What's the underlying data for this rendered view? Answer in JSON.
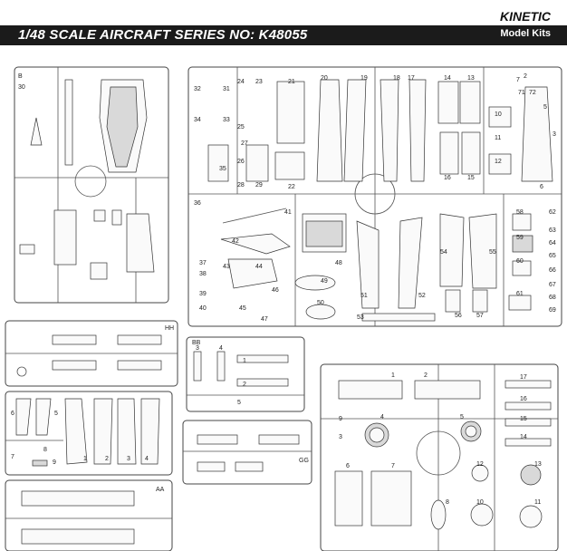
{
  "header": {
    "title": "1/48 SCALE AIRCRAFT SERIES NO: K48055",
    "brand": "KINETIC",
    "brand_sub": "Model Kits"
  },
  "sprues": {
    "B": {
      "letter": "B",
      "numbers": [
        "30"
      ]
    },
    "A": {
      "numbers": [
        "32",
        "31",
        "34",
        "33",
        "24",
        "23",
        "25",
        "27",
        "26",
        "28",
        "29",
        "35",
        "36",
        "21",
        "22",
        "20",
        "19",
        "18",
        "17",
        "14",
        "13",
        "16",
        "15",
        "10",
        "11",
        "12",
        "7",
        "71",
        "72",
        "2",
        "3",
        "5",
        "6",
        "41",
        "42",
        "43",
        "44",
        "38",
        "37",
        "40",
        "39",
        "45",
        "46",
        "47",
        "48",
        "49",
        "50",
        "51",
        "52",
        "53",
        "54",
        "55",
        "56",
        "57",
        "58",
        "59",
        "60",
        "61",
        "62",
        "63",
        "64",
        "65",
        "66",
        "67",
        "68",
        "69"
      ]
    },
    "HH": {
      "letter": "HH"
    },
    "BB": {
      "letter": "BB",
      "numbers": [
        "3",
        "4",
        "1",
        "2",
        "5"
      ]
    },
    "FF": {
      "numbers": [
        "6",
        "5",
        "7",
        "8",
        "9",
        "1",
        "2",
        "3",
        "4"
      ]
    },
    "GG": {
      "letter": "GG"
    },
    "AA": {
      "letter": "AA"
    },
    "C": {
      "numbers": [
        "1",
        "2",
        "9",
        "3",
        "4",
        "5",
        "6",
        "7",
        "8",
        "10",
        "11",
        "12",
        "13",
        "14",
        "15",
        "16",
        "17"
      ]
    }
  }
}
